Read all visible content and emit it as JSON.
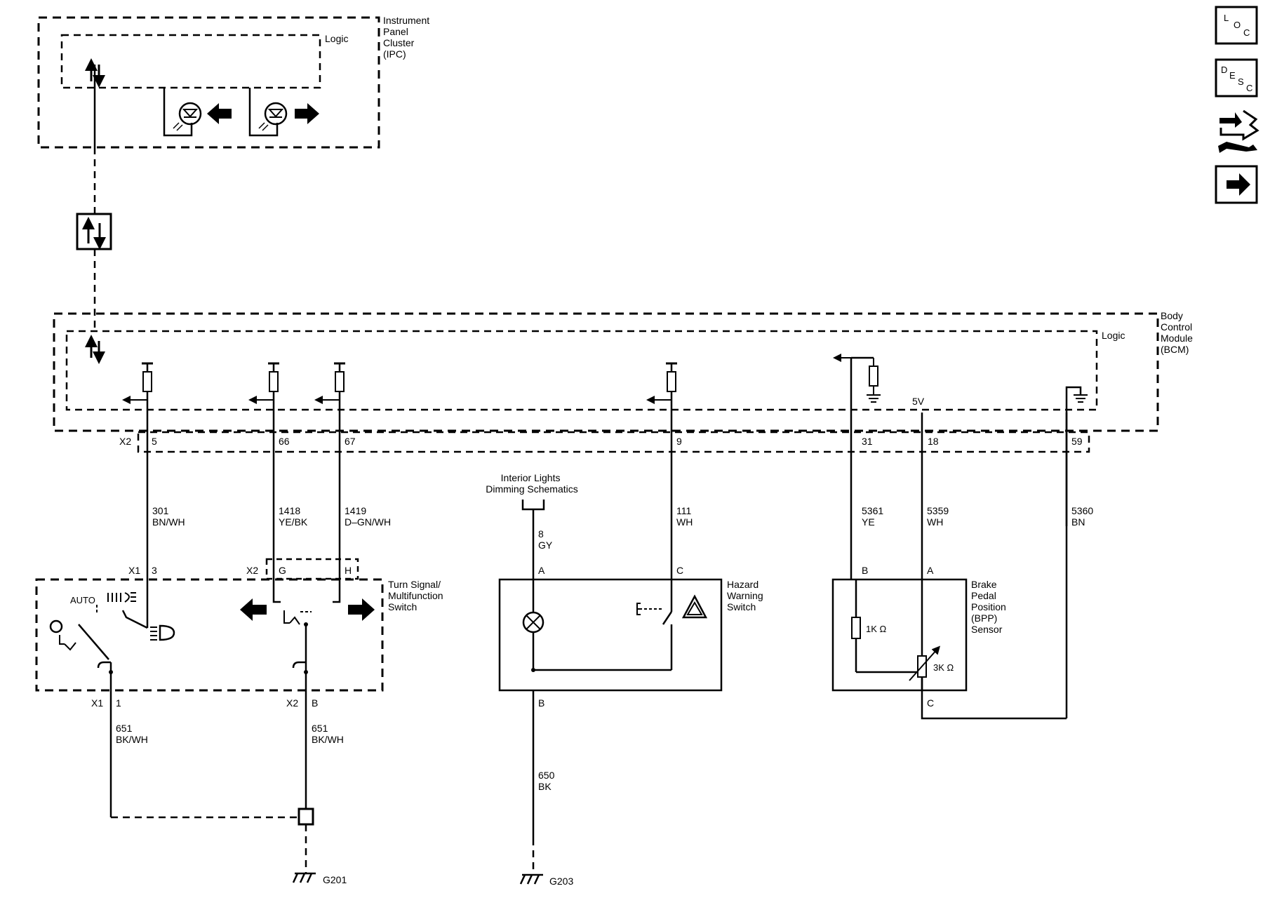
{
  "modules": {
    "ipc": {
      "name": [
        "Instrument",
        "Panel",
        "Cluster",
        "(IPC)"
      ],
      "logic": "Logic"
    },
    "bcm": {
      "name": [
        "Body",
        "Control",
        "Module",
        "(BCM)"
      ],
      "logic": "Logic",
      "voltage": "5V"
    },
    "turn_switch": {
      "name": [
        "Turn Signal/",
        "Multifunction",
        "Switch"
      ],
      "auto": "AUTO"
    },
    "hazard": {
      "name": [
        "Hazard",
        "Warning",
        "Switch"
      ]
    },
    "bpp": {
      "name": [
        "Brake",
        "Pedal",
        "Position",
        "(BPP)",
        "Sensor"
      ],
      "r1": "1K Ω",
      "r2": "3K Ω"
    },
    "interior_ref": [
      "Interior Lights",
      "Dimming Schematics"
    ]
  },
  "connectors": {
    "bcm_x2": "X2",
    "pins_bcm": [
      "5",
      "66",
      "67",
      "9",
      "31",
      "18",
      "59"
    ],
    "ts_x1_top": "X1",
    "ts_pin_3": "3",
    "ts_x2_top": "X2",
    "ts_pin_g": "G",
    "ts_pin_h": "H",
    "ts_x1_bot": "X1",
    "ts_pin_1": "1",
    "ts_x2_bot": "X2",
    "ts_pin_b": "B",
    "hz_a": "A",
    "hz_c": "C",
    "hz_b": "B",
    "bpp_b": "B",
    "bpp_a": "A",
    "bpp_c": "C"
  },
  "wires": [
    {
      "circuit": "301",
      "color": "BN/WH"
    },
    {
      "circuit": "1418",
      "color": "YE/BK"
    },
    {
      "circuit": "1419",
      "color": "D–GN/WH"
    },
    {
      "circuit": "111",
      "color": "WH"
    },
    {
      "circuit": "5361",
      "color": "YE"
    },
    {
      "circuit": "5359",
      "color": "WH"
    },
    {
      "circuit": "5360",
      "color": "BN"
    },
    {
      "circuit": "8",
      "color": "GY"
    },
    {
      "circuit": "651",
      "color": "BK/WH"
    },
    {
      "circuit": "651",
      "color": "BK/WH"
    },
    {
      "circuit": "650",
      "color": "BK"
    }
  ],
  "grounds": {
    "g201": "G201",
    "g203": "G203"
  },
  "side_icons": {
    "loc": [
      "L",
      "O",
      "C"
    ],
    "desc": [
      "D",
      "E",
      "S",
      "C"
    ]
  }
}
